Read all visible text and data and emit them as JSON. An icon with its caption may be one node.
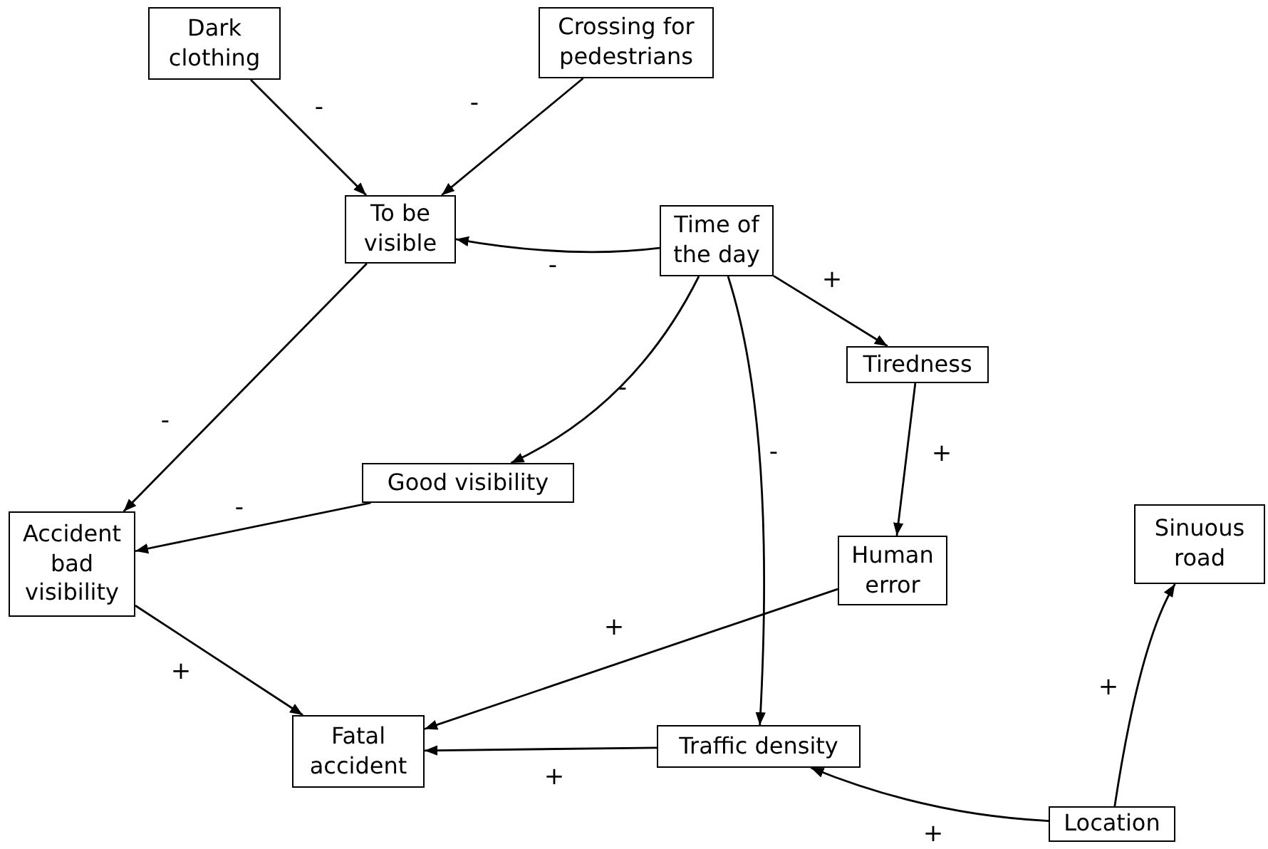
{
  "diagram": {
    "nodes": [
      {
        "text": [
          "Dark clothing"
        ]
      },
      {
        "text": [
          "Crossing for pedestrians"
        ]
      },
      {
        "text": [
          "To be visible"
        ]
      },
      {
        "text": [
          "Time of the day"
        ]
      },
      {
        "text": [
          "Tiredness"
        ]
      },
      {
        "text": [
          "Good visibility"
        ]
      },
      {
        "text": [
          "Accident bad visibility"
        ]
      },
      {
        "text": [
          "Sinuous road"
        ]
      },
      {
        "text": [
          "Human error"
        ]
      },
      {
        "text": [
          "Fatal accident"
        ]
      },
      {
        "text": [
          "Traffic density"
        ]
      },
      {
        "text": [
          "Location"
        ]
      }
    ],
    "edges": [
      {
        "from": 0,
        "to": 2,
        "arrow": "to",
        "label": "-"
      },
      {
        "from": 1,
        "to": 2,
        "arrow": "to",
        "label": "-"
      },
      {
        "from": 3,
        "to": 2,
        "arrow": "to",
        "label": "-"
      },
      {
        "from": 3,
        "to": 4,
        "arrow": "to",
        "label": "+"
      },
      {
        "from": 3,
        "to": 5,
        "arrow": "to",
        "label": "-"
      },
      {
        "from": 3,
        "to": 10,
        "arrow": "to",
        "label": "-"
      },
      {
        "from": 2,
        "to": 6,
        "arrow": "to",
        "label": "-"
      },
      {
        "from": 5,
        "to": 6,
        "arrow": "to",
        "label": "-"
      },
      {
        "from": 4,
        "to": 8,
        "arrow": "to",
        "label": "+"
      },
      {
        "from": 6,
        "to": 9,
        "arrow": "to",
        "label": "+"
      },
      {
        "from": 8,
        "to": 9,
        "arrow": "to",
        "label": "+"
      },
      {
        "from": 10,
        "to": 9,
        "arrow": "to",
        "label": "+"
      },
      {
        "from": 11,
        "to": 10,
        "arrow": "to",
        "label": "+"
      },
      {
        "from": 11,
        "to": 7,
        "arrow": "to",
        "label": "+"
      }
    ]
  }
}
